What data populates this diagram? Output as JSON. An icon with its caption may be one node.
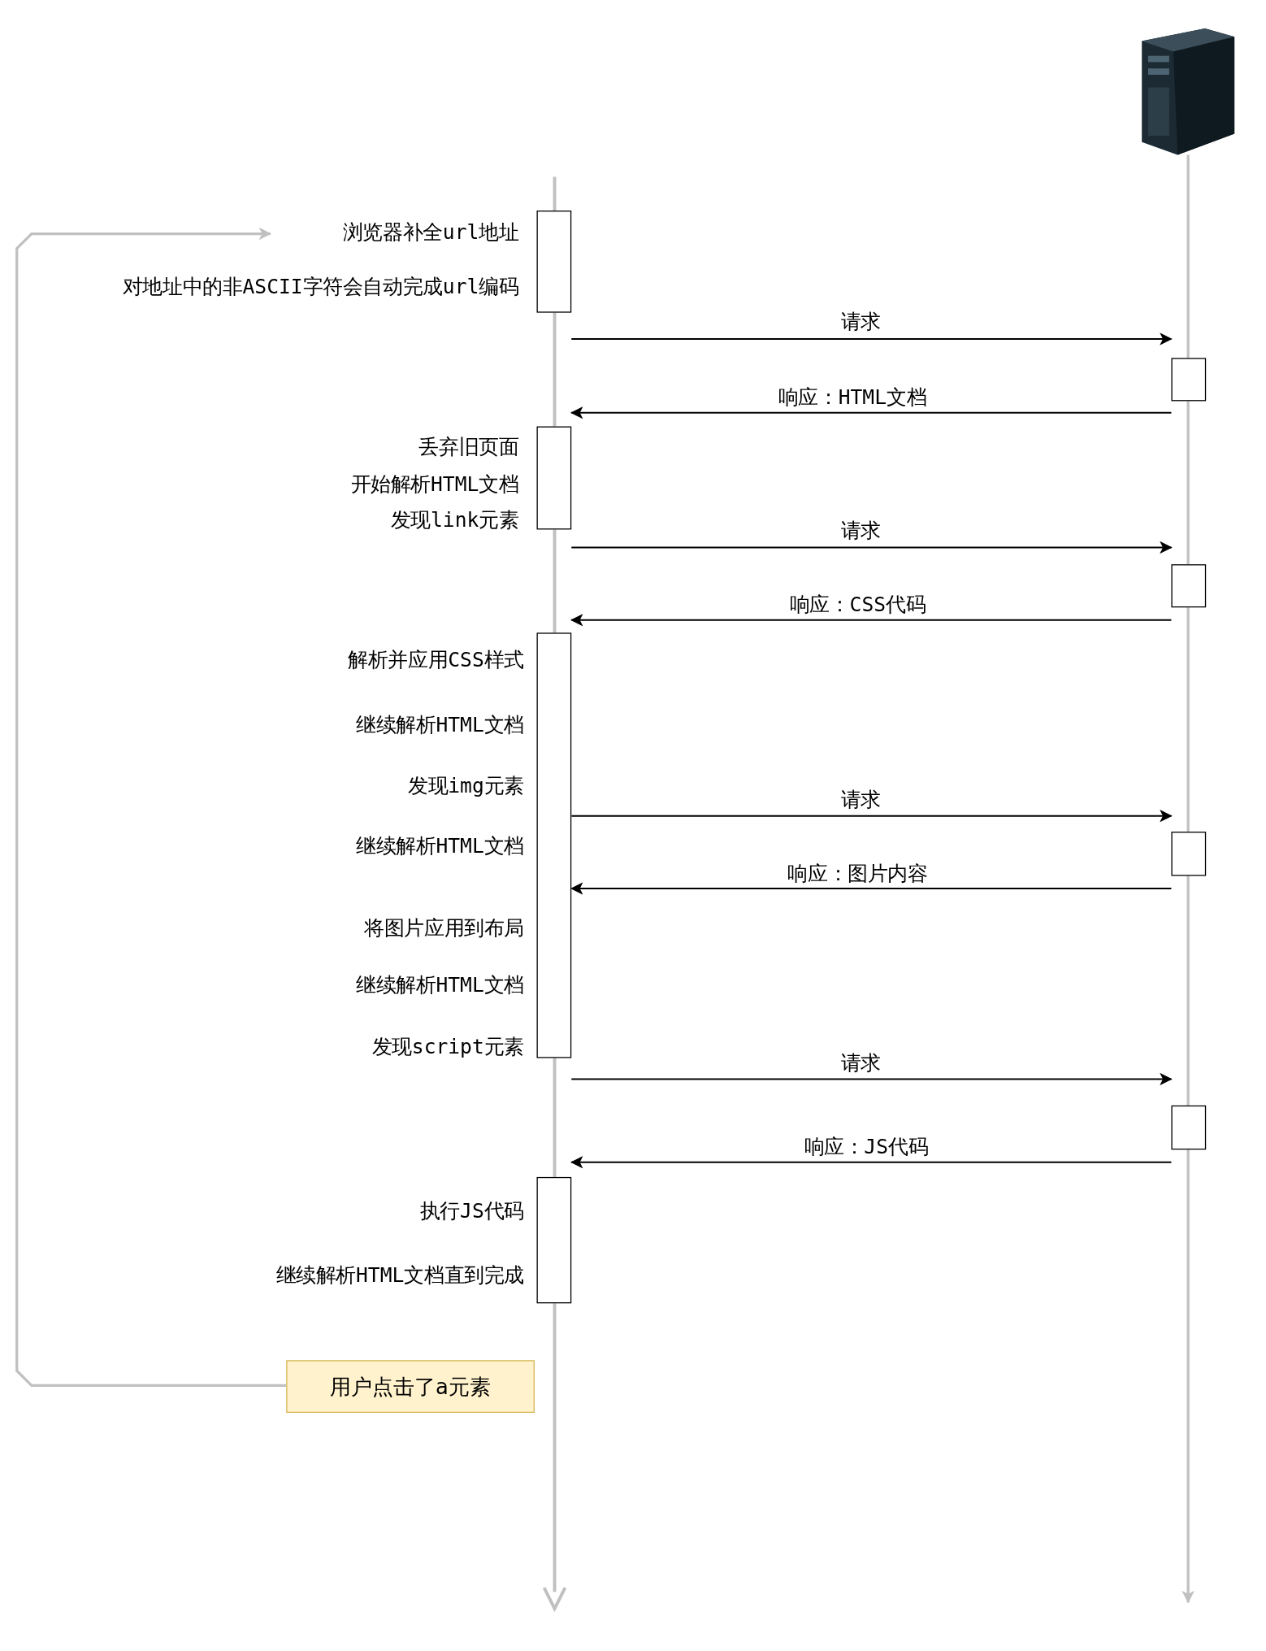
{
  "diagram": {
    "nodes": [
      {
        "text": [],
        "shape": "picture"
      },
      {
        "text": [],
        "shape": "bar",
        "beside": [
          "浏览器补全url地址",
          "对地址中的非ASCII字符会自动完成url编码"
        ]
      },
      {
        "text": [],
        "shape": "bar"
      },
      {
        "text": [],
        "shape": "bar",
        "beside": [
          "丢弃旧页面",
          "开始解析HTML文档",
          "发现link元素"
        ]
      },
      {
        "text": [],
        "shape": "bar"
      },
      {
        "text": [],
        "shape": "bar",
        "beside": [
          "解析并应用CSS样式",
          "继续解析HTML文档",
          "发现img元素",
          "继续解析HTML文档",
          "将图片应用到布局",
          "继续解析HTML文档",
          "发现script元素"
        ]
      },
      {
        "text": [],
        "shape": "bar"
      },
      {
        "text": [],
        "shape": "bar"
      },
      {
        "text": [],
        "shape": "bar",
        "beside": [
          "执行JS代码",
          "继续解析HTML文档直到完成"
        ]
      },
      {
        "text": [
          "用户点击了a元素"
        ]
      }
    ],
    "edges": [
      {
        "from": 1,
        "to": 2,
        "arrow": "to",
        "label": "请求"
      },
      {
        "from": 2,
        "to": 3,
        "arrow": "to",
        "label": "响应：HTML文档"
      },
      {
        "from": 3,
        "to": 4,
        "arrow": "to",
        "label": "请求"
      },
      {
        "from": 4,
        "to": 5,
        "arrow": "to",
        "label": "响应：CSS代码"
      },
      {
        "from": 5,
        "to": 6,
        "arrow": "to",
        "label": "请求"
      },
      {
        "from": 6,
        "to": 5,
        "arrow": "to",
        "label": "响应：图片内容"
      },
      {
        "from": 5,
        "to": 7,
        "arrow": "to",
        "label": "请求"
      },
      {
        "from": 7,
        "to": 8,
        "arrow": "to",
        "label": "响应：JS代码"
      },
      {
        "from": 9,
        "to": 1,
        "arrow": "to",
        "color": "#c0c0c0"
      },
      {
        "from": 0,
        "to": null,
        "arrow": "to",
        "color": "#c0c0c0"
      }
    ]
  }
}
